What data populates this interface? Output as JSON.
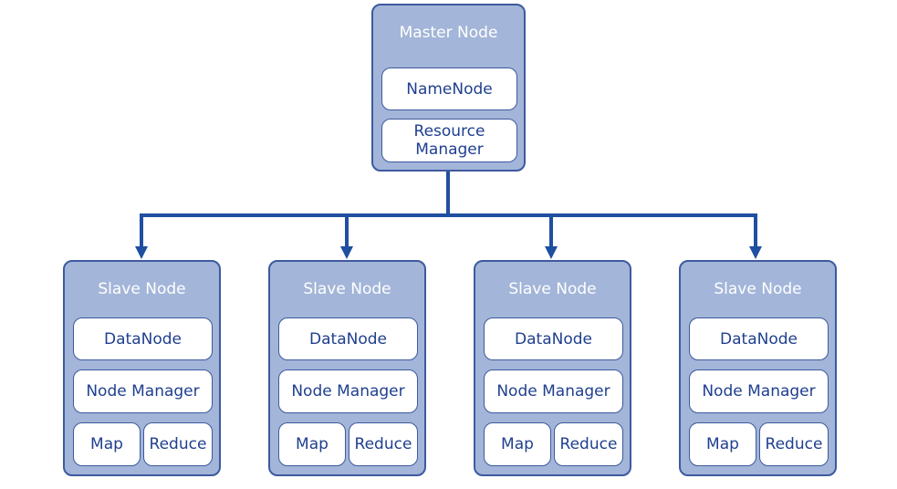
{
  "master": {
    "title": "Master Node",
    "namenode": "NameNode",
    "resource_manager_line1": "Resource",
    "resource_manager_line2": "Manager"
  },
  "slaves": [
    {
      "title": "Slave Node",
      "datanode": "DataNode",
      "node_manager": "Node Manager",
      "map": "Map",
      "reduce": "Reduce"
    },
    {
      "title": "Slave Node",
      "datanode": "DataNode",
      "node_manager": "Node Manager",
      "map": "Map",
      "reduce": "Reduce"
    },
    {
      "title": "Slave Node",
      "datanode": "DataNode",
      "node_manager": "Node Manager",
      "map": "Map",
      "reduce": "Reduce"
    },
    {
      "title": "Slave Node",
      "datanode": "DataNode",
      "node_manager": "Node Manager",
      "map": "Map",
      "reduce": "Reduce"
    }
  ],
  "colors": {
    "node_fill": "#a3b5d8",
    "border": "#3d5a9e",
    "connector": "#1f4fa0",
    "text": "#1f3f8f",
    "title_text": "#ffffff"
  }
}
